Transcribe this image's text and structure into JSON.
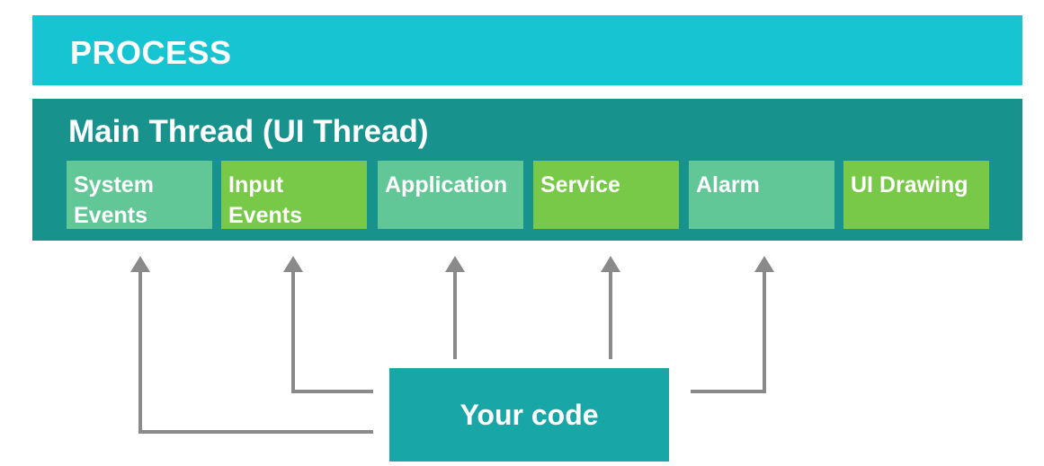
{
  "process": {
    "label": "PROCESS"
  },
  "main_thread": {
    "title": "Main Thread (UI Thread)",
    "items": [
      {
        "line1": "System",
        "line2": "Events",
        "color": "#62c796"
      },
      {
        "line1": "Input",
        "line2": "Events",
        "color": "#78c947"
      },
      {
        "line1": "Application",
        "line2": "",
        "color": "#62c796"
      },
      {
        "line1": "Service",
        "line2": "",
        "color": "#78c947"
      },
      {
        "line1": "Alarm",
        "line2": "",
        "color": "#62c796"
      },
      {
        "line1": "UI Drawing",
        "line2": "",
        "color": "#78c947"
      }
    ]
  },
  "your_code": {
    "label": "Your code"
  },
  "colors": {
    "process": "#17c5d2",
    "main_thread": "#18928c",
    "teal_box": "#62c796",
    "green_box": "#78c947",
    "code_box": "#18a6a6",
    "arrow": "#8a8a8a"
  }
}
